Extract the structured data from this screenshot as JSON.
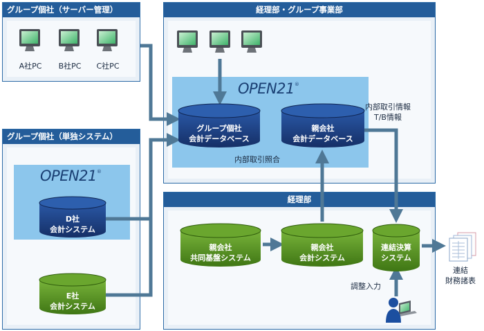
{
  "panels": {
    "server_group": {
      "title": "グループ個社（サーバー管理）"
    },
    "standalone_group": {
      "title": "グループ個社（単独システム）"
    },
    "hq_group": {
      "title": "経理部・グループ事業部"
    },
    "accounting": {
      "title": "経理部"
    }
  },
  "brand": {
    "logo": "OPEN21",
    "reg": "®"
  },
  "pcs": [
    "A社PC",
    "B社PC",
    "C社PC"
  ],
  "databases": {
    "group_db": [
      "グループ個社",
      "会計データベース"
    ],
    "parent_db": [
      "親会社",
      "会計データベース"
    ],
    "d_system": [
      "D社",
      "会計システム"
    ],
    "e_system": [
      "E社",
      "会計システム"
    ],
    "parent_base": [
      "親会社",
      "共同基盤システム"
    ],
    "parent_acct": [
      "親会社",
      "会計システム"
    ],
    "consolidation": [
      "連結決算",
      "システム"
    ]
  },
  "labels": {
    "internal_match": "内部取引照合",
    "internal_info_1": "内部取引情報",
    "internal_info_2": "T/B情報",
    "adjust_input": "調整入力",
    "financial_1": "連結",
    "financial_2": "財務諸表"
  },
  "colors": {
    "panel_head": "#245d9a",
    "blue_cyl": "#1c3f80",
    "green_cyl": "#4f8a1c",
    "arrow": "#4f7896"
  }
}
